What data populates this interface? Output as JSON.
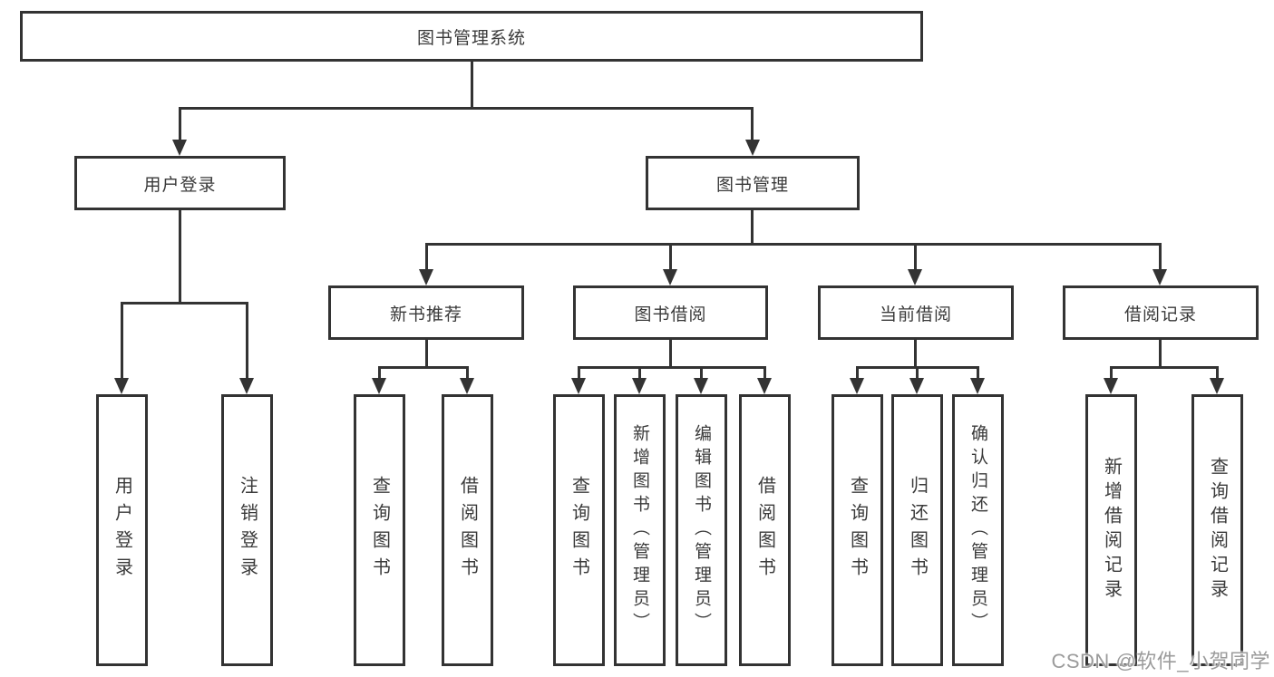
{
  "diagram": {
    "title": "图书管理系统",
    "root": {
      "label": "图书管理系统"
    },
    "level2": [
      {
        "label": "用户登录"
      },
      {
        "label": "图书管理"
      }
    ],
    "level3": [
      {
        "label": "新书推荐"
      },
      {
        "label": "图书借阅"
      },
      {
        "label": "当前借阅"
      },
      {
        "label": "借阅记录"
      }
    ],
    "leaves": [
      {
        "label": "用户登录",
        "parent": "用户登录"
      },
      {
        "label": "注销登录",
        "parent": "用户登录"
      },
      {
        "label": "查询图书",
        "parent": "新书推荐"
      },
      {
        "label": "借阅图书",
        "parent": "新书推荐"
      },
      {
        "label": "查询图书",
        "parent": "图书借阅"
      },
      {
        "label": "新增图书（管理员）",
        "parent": "图书借阅"
      },
      {
        "label": "编辑图书（管理员）",
        "parent": "图书借阅"
      },
      {
        "label": "借阅图书",
        "parent": "图书借阅"
      },
      {
        "label": "查询图书",
        "parent": "当前借阅"
      },
      {
        "label": "归还图书",
        "parent": "当前借阅"
      },
      {
        "label": "确认归还（管理员）",
        "parent": "当前借阅"
      },
      {
        "label": "新增借阅记录",
        "parent": "借阅记录"
      },
      {
        "label": "查询借阅记录",
        "parent": "借阅记录"
      }
    ]
  },
  "watermark": {
    "text": "CSDN @软件_小贺同学",
    "color": "#9b9b9b"
  },
  "colors": {
    "line": "#333333",
    "text": "#3a3a3a",
    "background": "#ffffff"
  }
}
